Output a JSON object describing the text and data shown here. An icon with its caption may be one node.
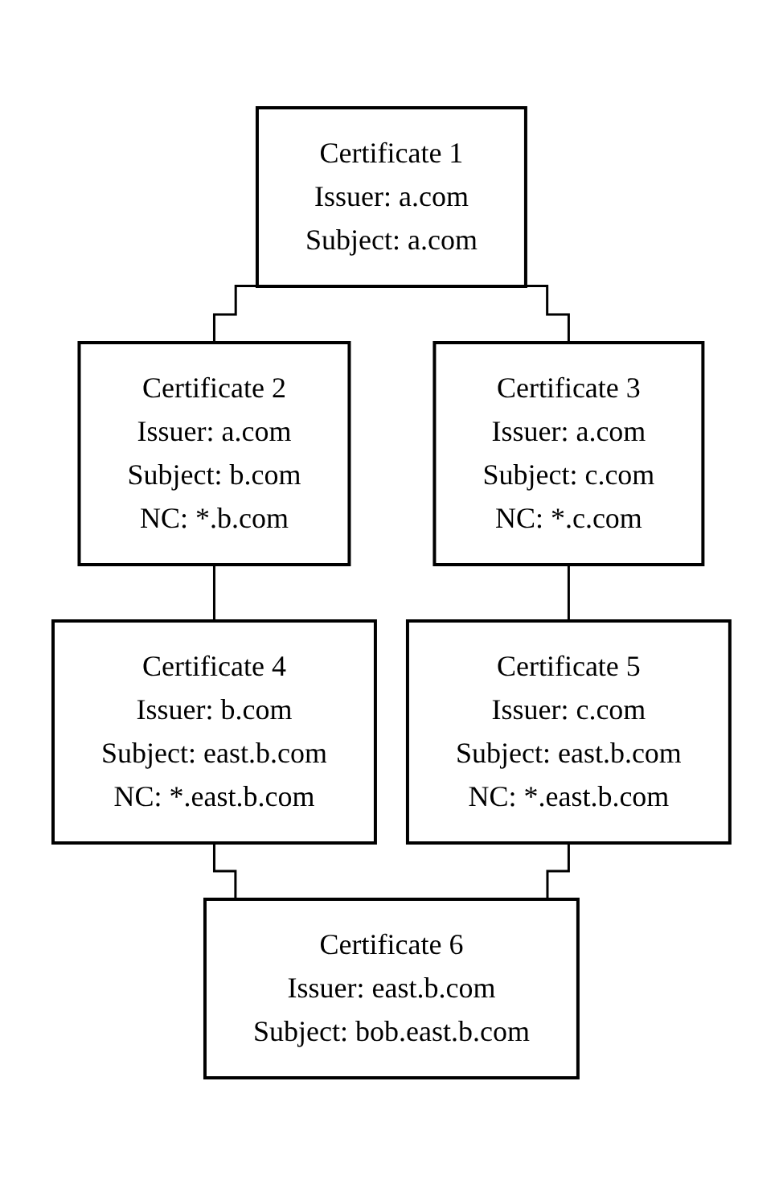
{
  "diagram": {
    "nodes": [
      {
        "text": [
          "Certificate 1",
          "Issuer: a.com",
          "Subject: a.com"
        ]
      },
      {
        "text": [
          "Certificate 2",
          "Issuer: a.com",
          "Subject: b.com",
          "NC: *.b.com"
        ]
      },
      {
        "text": [
          "Certificate 3",
          "Issuer: a.com",
          "Subject: c.com",
          "NC: *.c.com"
        ]
      },
      {
        "text": [
          "Certificate 4",
          "Issuer: b.com",
          "Subject: east.b.com",
          "NC: *.east.b.com"
        ]
      },
      {
        "text": [
          "Certificate 5",
          "Issuer: c.com",
          "Subject: east.b.com",
          "NC: *.east.b.com"
        ]
      },
      {
        "text": [
          "Certificate 6",
          "Issuer: east.b.com",
          "Subject: bob.east.b.com"
        ]
      }
    ],
    "edges": [
      {
        "from": 0,
        "to": 1,
        "arrow": "none"
      },
      {
        "from": 0,
        "to": 2,
        "arrow": "none"
      },
      {
        "from": 1,
        "to": 3,
        "arrow": "none"
      },
      {
        "from": 2,
        "to": 4,
        "arrow": "none"
      },
      {
        "from": 3,
        "to": 5,
        "arrow": "none"
      },
      {
        "from": 4,
        "to": 5,
        "arrow": "none"
      }
    ]
  }
}
